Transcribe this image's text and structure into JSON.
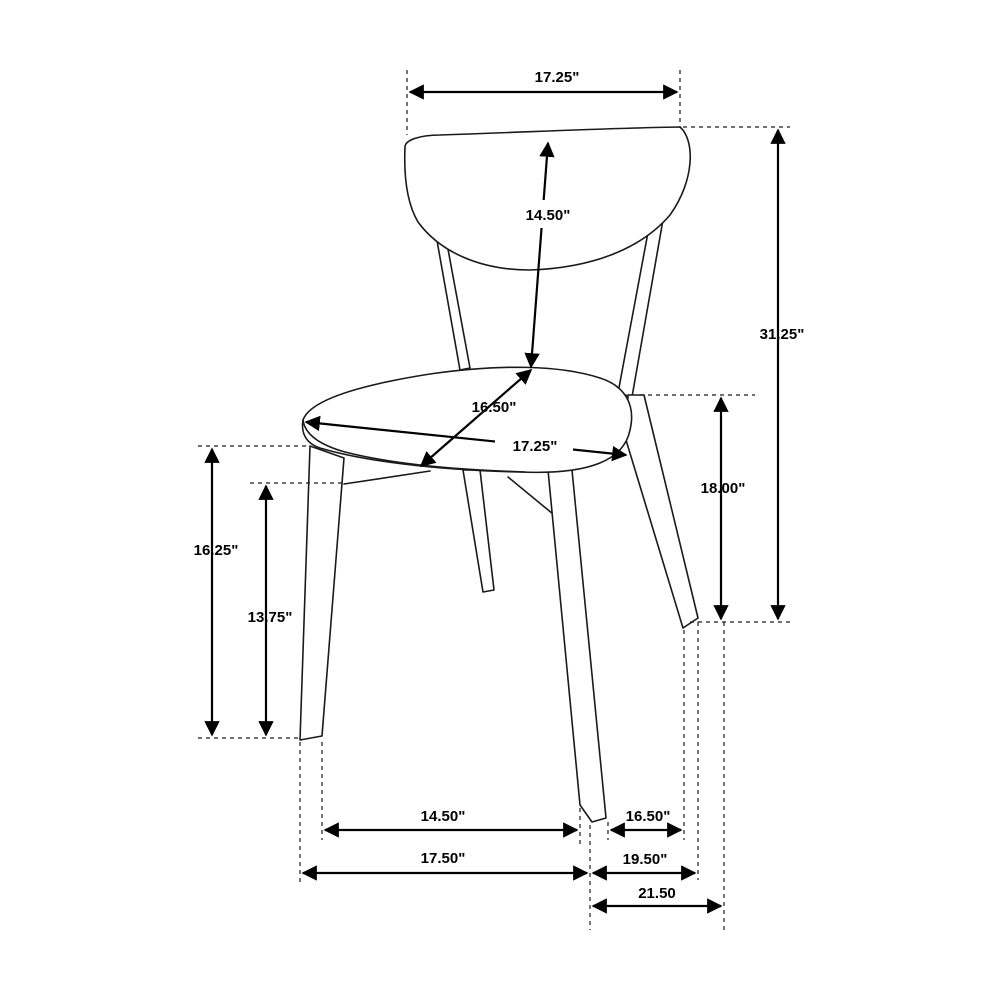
{
  "drawing": {
    "subject": "chair",
    "colors": {
      "line": "#1a1a1a",
      "background": "#ffffff"
    },
    "dimensions": {
      "backrest_width": "17.25\"",
      "backrest_height": "14.50\"",
      "overall_height": "31.25\"",
      "seat_depth": "16.50\"",
      "seat_width": "17.25\"",
      "seat_height": "18.00\"",
      "front_height_outer": "16.25\"",
      "front_height_inner": "13.75\"",
      "base_inner_width": "14.50\"",
      "base_outer_width": "17.50\"",
      "base_inner_depth": "16.50\"",
      "base_mid_depth": "19.50\"",
      "overall_depth": "21.50"
    }
  }
}
